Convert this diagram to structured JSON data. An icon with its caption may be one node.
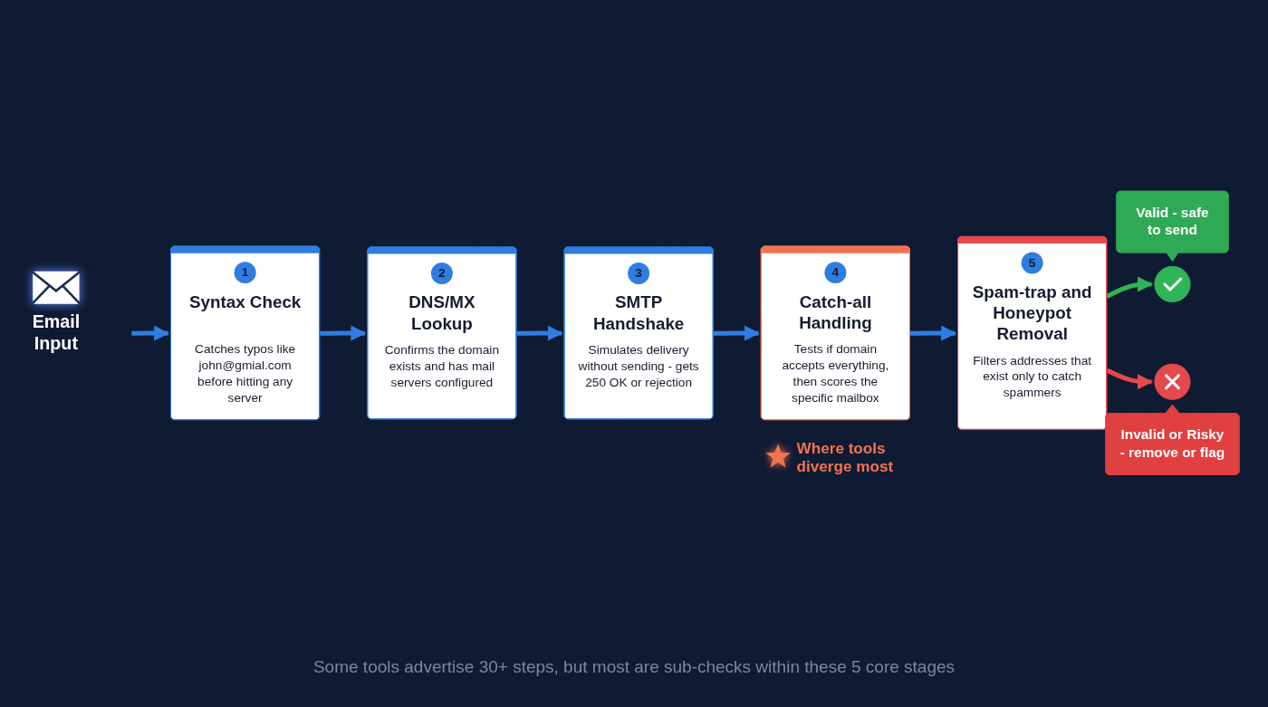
{
  "diagram": {
    "caption": "Some tools advertise 30+ steps, but most are sub-checks within these 5 core stages",
    "nodes": [
      {
        "text": [
          "Email Input"
        ]
      },
      {
        "text": [
          "1",
          "Syntax Check",
          "Catches typos like john@gmial.com before hitting any server"
        ]
      },
      {
        "text": [
          "2",
          "DNS/MX Lookup",
          "Confirms the domain exists and has mail servers configured"
        ]
      },
      {
        "text": [
          "3",
          "SMTP Handshake",
          "Simulates delivery without sending - gets 250 OK or rejection"
        ]
      },
      {
        "text": [
          "4",
          "Catch-all Handling",
          "Tests if domain accepts everything, then scores the specific mailbox"
        ],
        "beside": [
          "Where tools diverge most"
        ]
      },
      {
        "text": [
          "5",
          "Spam-trap and Honeypot Removal",
          "Filters addresses that exist only to catch spammers"
        ]
      },
      {
        "text": [
          "Valid - safe to send"
        ]
      },
      {
        "text": [],
        "shape": "circle"
      },
      {
        "text": [],
        "shape": "circle"
      },
      {
        "text": [
          "Invalid or Risky - remove or flag"
        ]
      }
    ],
    "edges": [
      {
        "from": 0,
        "to": 1,
        "arrow": "to"
      },
      {
        "from": 1,
        "to": 2,
        "arrow": "to"
      },
      {
        "from": 2,
        "to": 3,
        "arrow": "to"
      },
      {
        "from": 3,
        "to": 4,
        "arrow": "to"
      },
      {
        "from": 4,
        "to": 5,
        "arrow": "to"
      },
      {
        "from": 5,
        "to": 7,
        "arrow": "to",
        "color": "#2fb457"
      },
      {
        "from": 5,
        "to": 8,
        "arrow": "to",
        "color": "#e5484d"
      }
    ]
  }
}
